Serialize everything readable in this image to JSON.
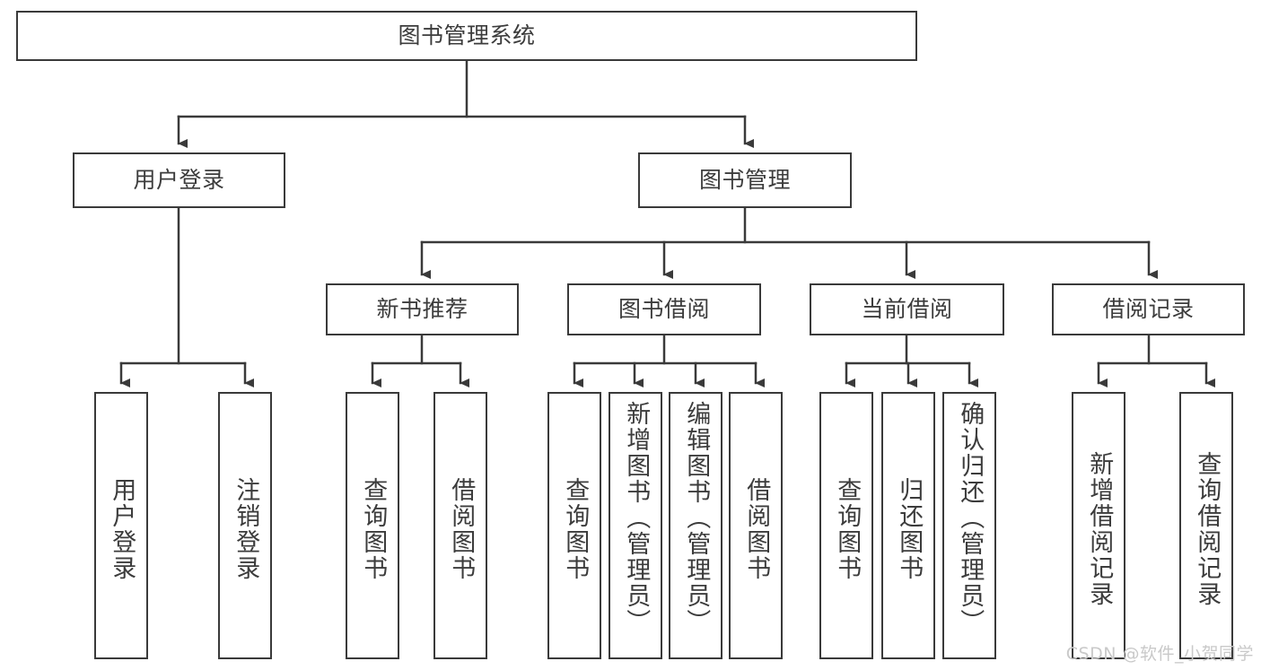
{
  "diagram": {
    "title": "图书管理系统",
    "root": {
      "label": "图书管理系统"
    },
    "level2": [
      {
        "label": "用户登录"
      },
      {
        "label": "图书管理"
      }
    ],
    "level3": [
      {
        "label": "新书推荐"
      },
      {
        "label": "图书借阅"
      },
      {
        "label": "当前借阅"
      },
      {
        "label": "借阅记录"
      }
    ],
    "leaves": {
      "user_login": [
        {
          "label": "用户登录"
        },
        {
          "label": "注销登录"
        }
      ],
      "new_books": [
        {
          "label": "查询图书"
        },
        {
          "label": "借阅图书"
        }
      ],
      "book_borrow": [
        {
          "label": "查询图书"
        },
        {
          "label": "新增图书（管理员）"
        },
        {
          "label": "编辑图书（管理员）"
        },
        {
          "label": "借阅图书"
        }
      ],
      "current_borrow": [
        {
          "label": "查询图书"
        },
        {
          "label": "归还图书"
        },
        {
          "label": "确认归还（管理员）"
        }
      ],
      "borrow_records": [
        {
          "label": "新增借阅记录"
        },
        {
          "label": "查询借阅记录"
        }
      ]
    }
  },
  "watermark": {
    "text": "CSDN @软件_小贺同学"
  },
  "colors": {
    "stroke": "#3a3a3a",
    "text": "#3c3c3c",
    "background": "#ffffff",
    "watermark": "#c9c9c9"
  }
}
